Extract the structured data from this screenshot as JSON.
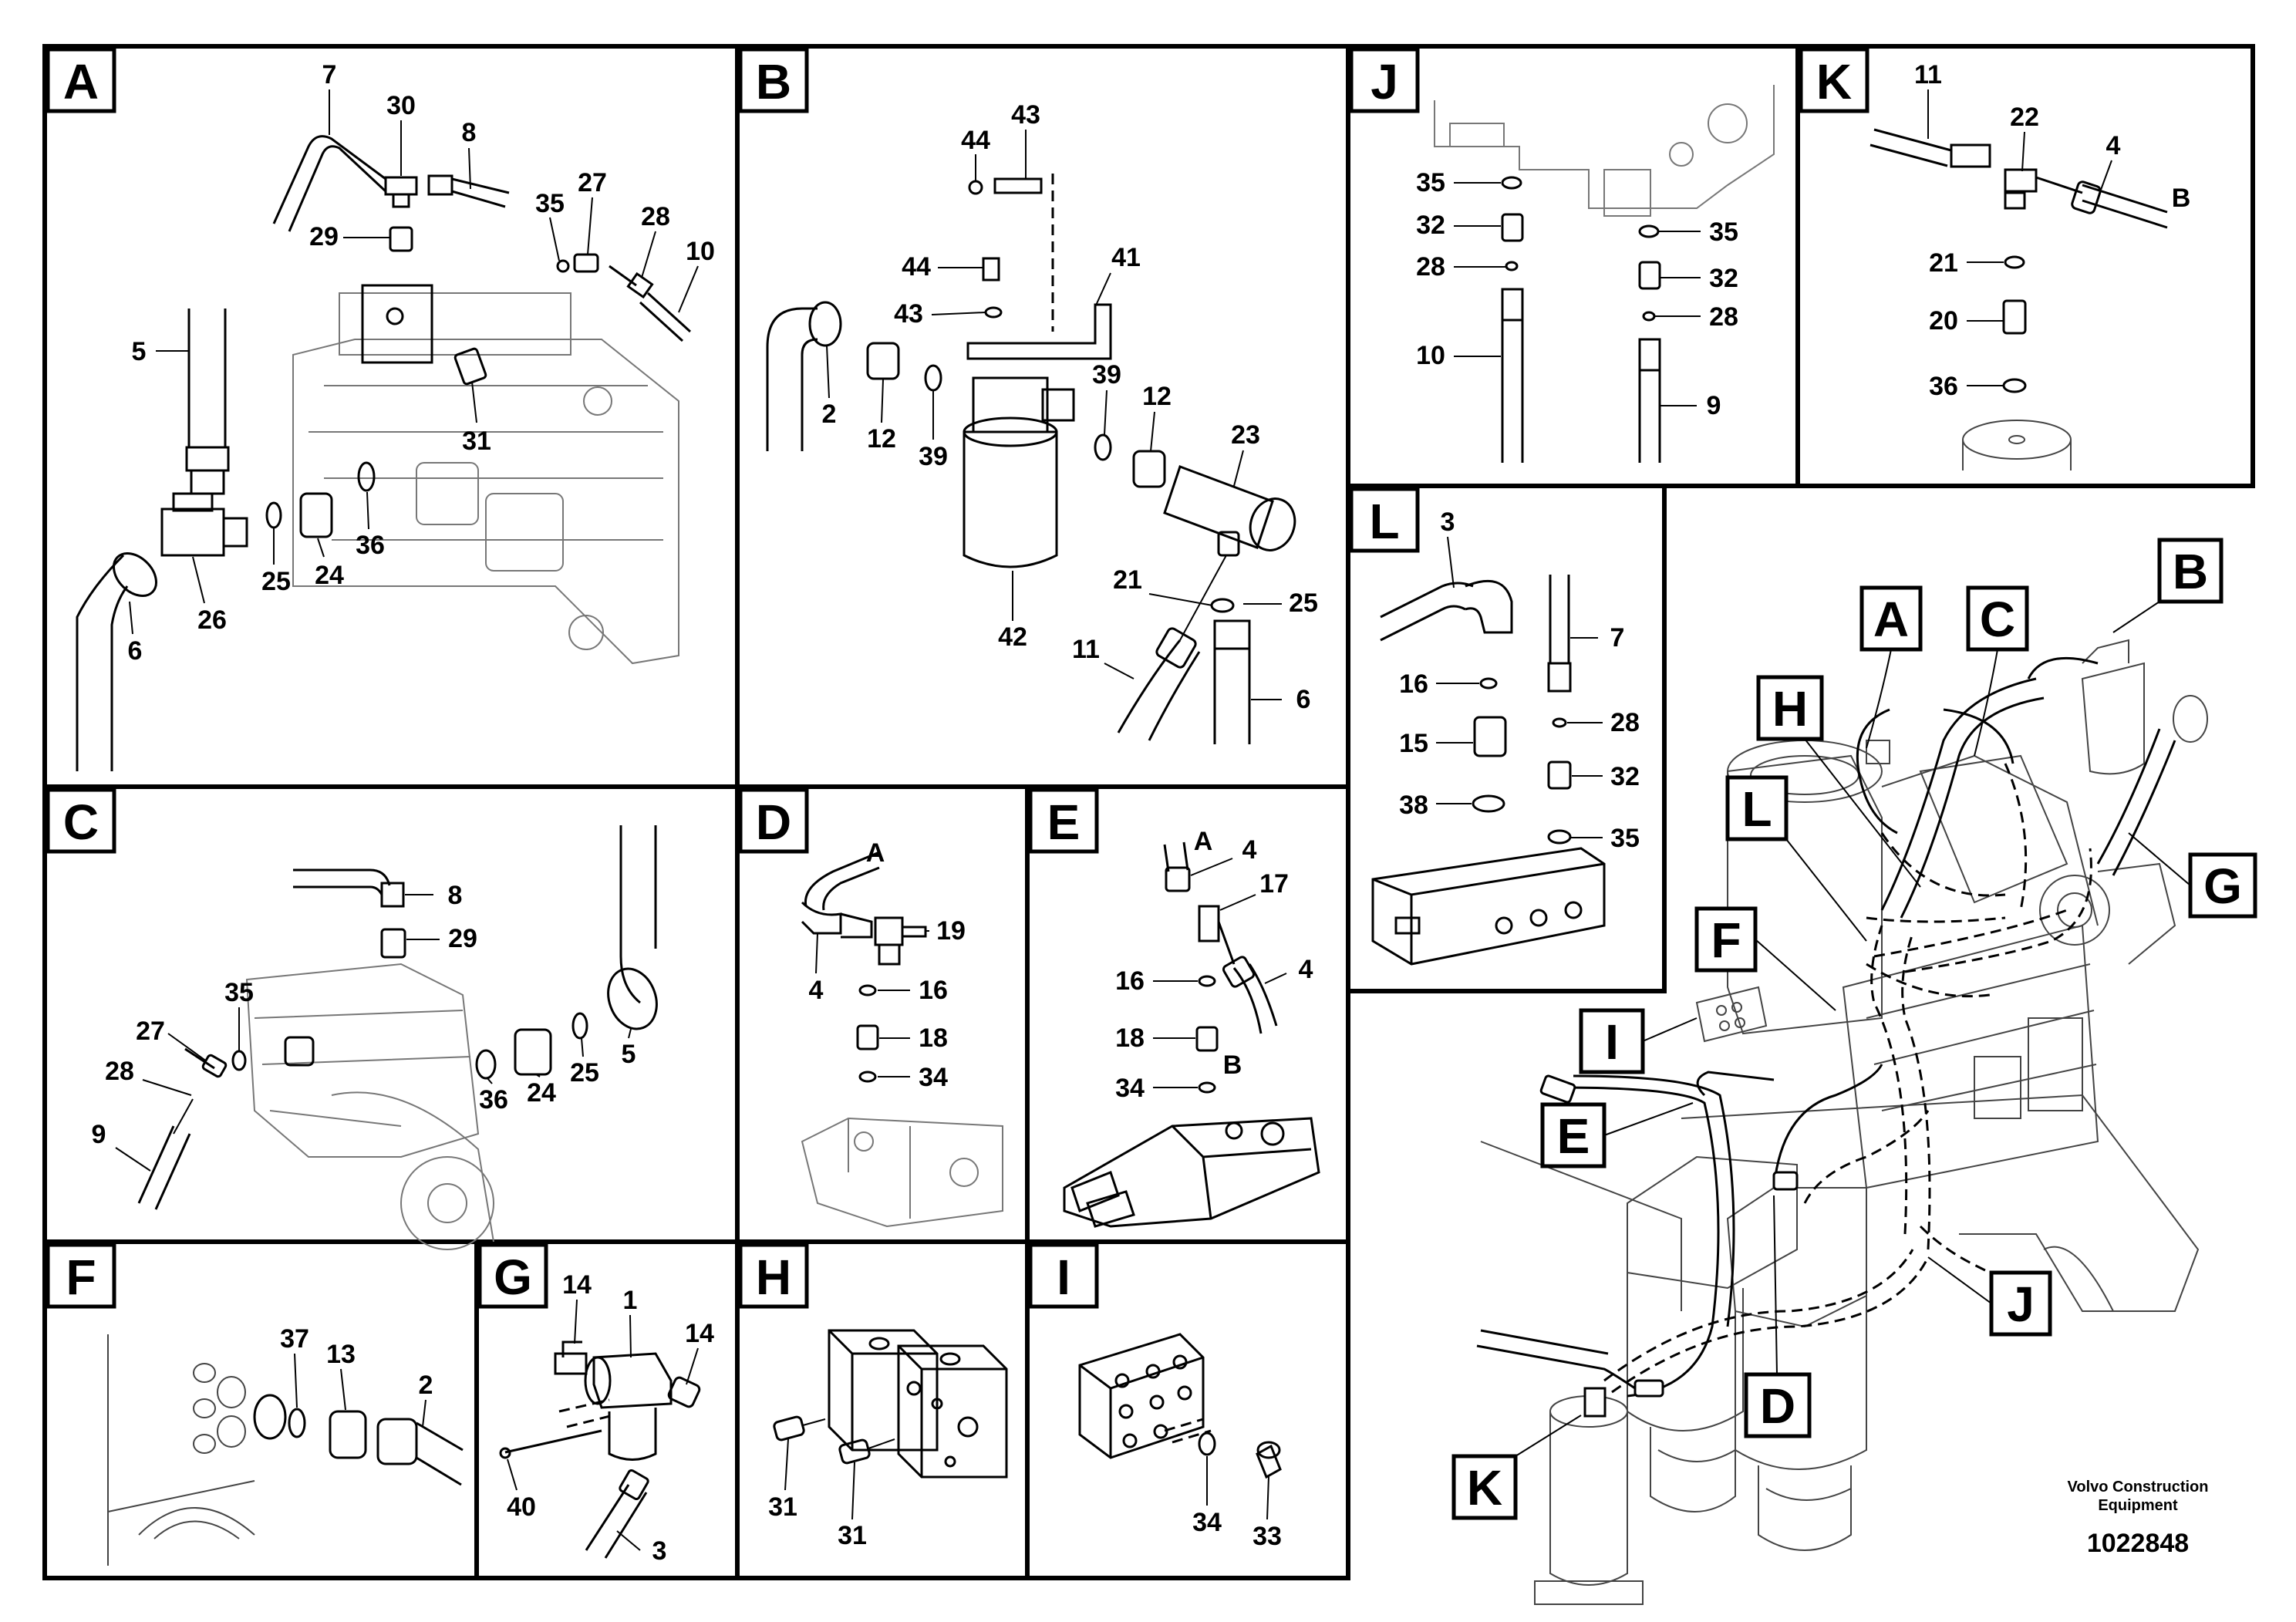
{
  "panels": [
    {
      "letter": "A",
      "labels": [
        "7",
        "30",
        "8",
        "35",
        "27",
        "28",
        "10",
        "29",
        "5",
        "31",
        "25",
        "24",
        "36",
        "26",
        "6"
      ]
    },
    {
      "letter": "B",
      "labels": [
        "43",
        "44",
        "44",
        "43",
        "41",
        "2",
        "12",
        "39",
        "39",
        "12",
        "23",
        "21",
        "25",
        "11",
        "6",
        "42"
      ]
    },
    {
      "letter": "C",
      "labels": [
        "8",
        "29",
        "35",
        "27",
        "28",
        "9",
        "36",
        "24",
        "25",
        "5"
      ]
    },
    {
      "letter": "D",
      "labels": [
        "A",
        "19",
        "4",
        "16",
        "18",
        "34"
      ]
    },
    {
      "letter": "E",
      "labels": [
        "A",
        "4",
        "17",
        "4",
        "16",
        "18",
        "B",
        "34"
      ]
    },
    {
      "letter": "F",
      "labels": [
        "37",
        "13",
        "2"
      ]
    },
    {
      "letter": "G",
      "labels": [
        "14",
        "1",
        "14",
        "40",
        "3"
      ]
    },
    {
      "letter": "H",
      "labels": [
        "31",
        "31"
      ]
    },
    {
      "letter": "I",
      "labels": [
        "34",
        "33"
      ]
    },
    {
      "letter": "J",
      "labels": [
        "35",
        "32",
        "28",
        "10",
        "35",
        "32",
        "28",
        "9"
      ]
    },
    {
      "letter": "K",
      "labels": [
        "11",
        "22",
        "4",
        "B",
        "21",
        "20",
        "36"
      ]
    },
    {
      "letter": "L",
      "labels": [
        "3",
        "7",
        "16",
        "28",
        "15",
        "32",
        "38",
        "35"
      ]
    }
  ],
  "overview": {
    "callouts": [
      "A",
      "C",
      "B",
      "H",
      "L",
      "G",
      "F",
      "I",
      "E",
      "J",
      "D",
      "K"
    ]
  },
  "credit": {
    "line1": "Volvo Construction",
    "line2": "Equipment",
    "drawing_number": "1022848"
  }
}
